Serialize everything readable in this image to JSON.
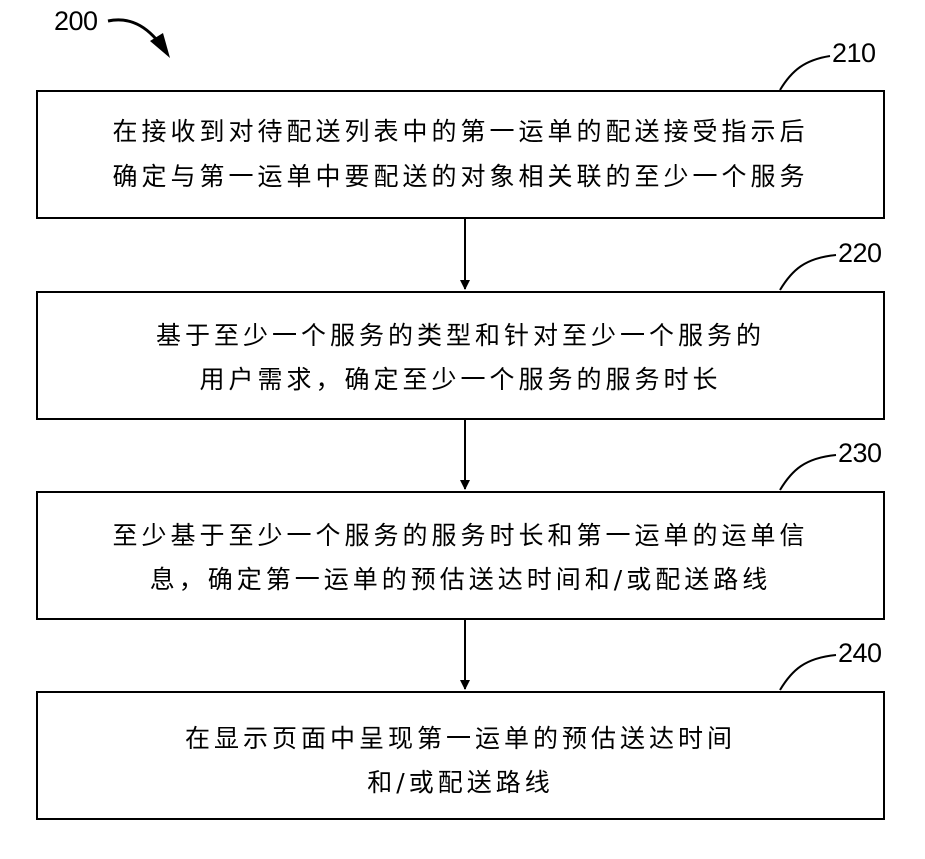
{
  "figure": {
    "id": "200"
  },
  "steps": [
    {
      "ref": "210",
      "lines": [
        "在接收到对待配送列表中的第一运单的配送接受指示后",
        "确定与第一运单中要配送的对象相关联的至少一个服务"
      ]
    },
    {
      "ref": "220",
      "lines": [
        "基于至少一个服务的类型和针对至少一个服务的",
        "用户需求，确定至少一个服务的服务时长"
      ]
    },
    {
      "ref": "230",
      "lines": [
        "至少基于至少一个服务的服务时长和第一运单的运单信",
        "息，确定第一运单的预估送达时间和/或配送路线"
      ]
    },
    {
      "ref": "240",
      "lines": [
        "在显示页面中呈现第一运单的预估送达时间",
        "和/或配送路线"
      ]
    }
  ]
}
